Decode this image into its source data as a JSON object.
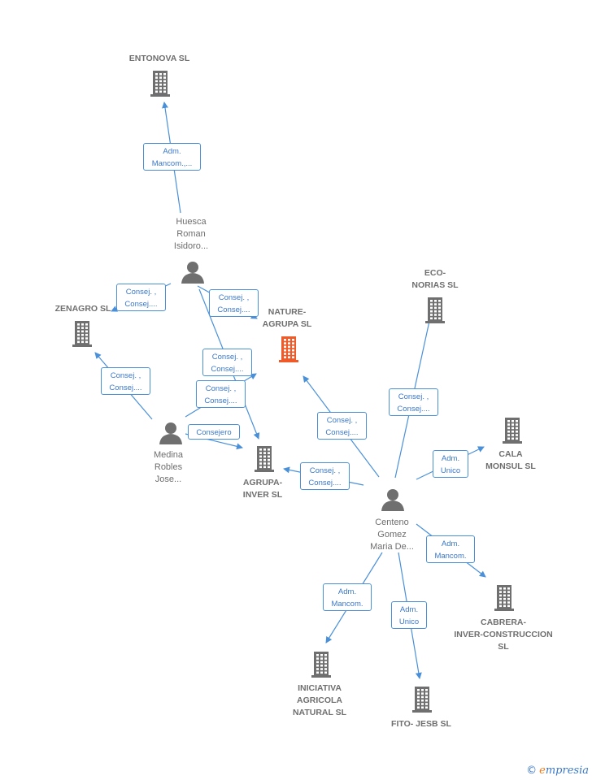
{
  "nodes": {
    "entonova": {
      "label": "ENTONOVA SL",
      "type": "company"
    },
    "huesca": {
      "label": "Huesca\nRoman\nIsidoro...",
      "type": "person"
    },
    "zenagro": {
      "label": "ZENAGRO SL",
      "type": "company"
    },
    "nature_agrupa": {
      "label": "NATURE-\nAGRUPA  SL",
      "type": "company-focus"
    },
    "eco_norias": {
      "label": "ECO-\nNORIAS SL",
      "type": "company"
    },
    "medina": {
      "label": "Medina\nRobles\nJose...",
      "type": "person"
    },
    "agrupa_inver": {
      "label": "AGRUPA-\nINVER SL",
      "type": "company"
    },
    "cala_monsul": {
      "label": "CALA\nMONSUL  SL",
      "type": "company"
    },
    "centeno": {
      "label": "Centeno\nGomez\nMaria De...",
      "type": "person"
    },
    "cabrera": {
      "label": "CABRERA-\nINVER-CONSTRUCCION\nSL",
      "type": "company"
    },
    "iniciativa": {
      "label": "INICIATIVA\nAGRICOLA\nNATURAL SL",
      "type": "company"
    },
    "fito_jesb": {
      "label": "FITO- JESB SL",
      "type": "company"
    }
  },
  "edges": [
    {
      "id": "e1",
      "label": "Adm.\nMancom.,..."
    },
    {
      "id": "e2",
      "label": "Consej. ,\nConsej...."
    },
    {
      "id": "e3",
      "label": "Consej. ,\nConsej...."
    },
    {
      "id": "e4",
      "label": "Consej. ,\nConsej...."
    },
    {
      "id": "e5",
      "label": "Consej. ,\nConsej...."
    },
    {
      "id": "e6",
      "label": "Consej. ,\nConsej...."
    },
    {
      "id": "e7",
      "label": "Consejero"
    },
    {
      "id": "e8",
      "label": "Consej. ,\nConsej...."
    },
    {
      "id": "e9",
      "label": "Consej. ,\nConsej...."
    },
    {
      "id": "e10",
      "label": "Consej. ,\nConsej...."
    },
    {
      "id": "e11",
      "label": "Adm.\nUnico"
    },
    {
      "id": "e12",
      "label": "Adm.\nMancom."
    },
    {
      "id": "e13",
      "label": "Adm.\nMancom."
    },
    {
      "id": "e14",
      "label": "Adm.\nUnico"
    }
  ],
  "colors": {
    "edge": "#4a90d9",
    "node_icon": "#6f6f6f",
    "focus_icon": "#f05a28"
  },
  "icons": {
    "company": "building-icon",
    "person": "person-icon"
  },
  "brand": {
    "symbol": "©",
    "first_letter": "e",
    "rest": "mpresia"
  }
}
